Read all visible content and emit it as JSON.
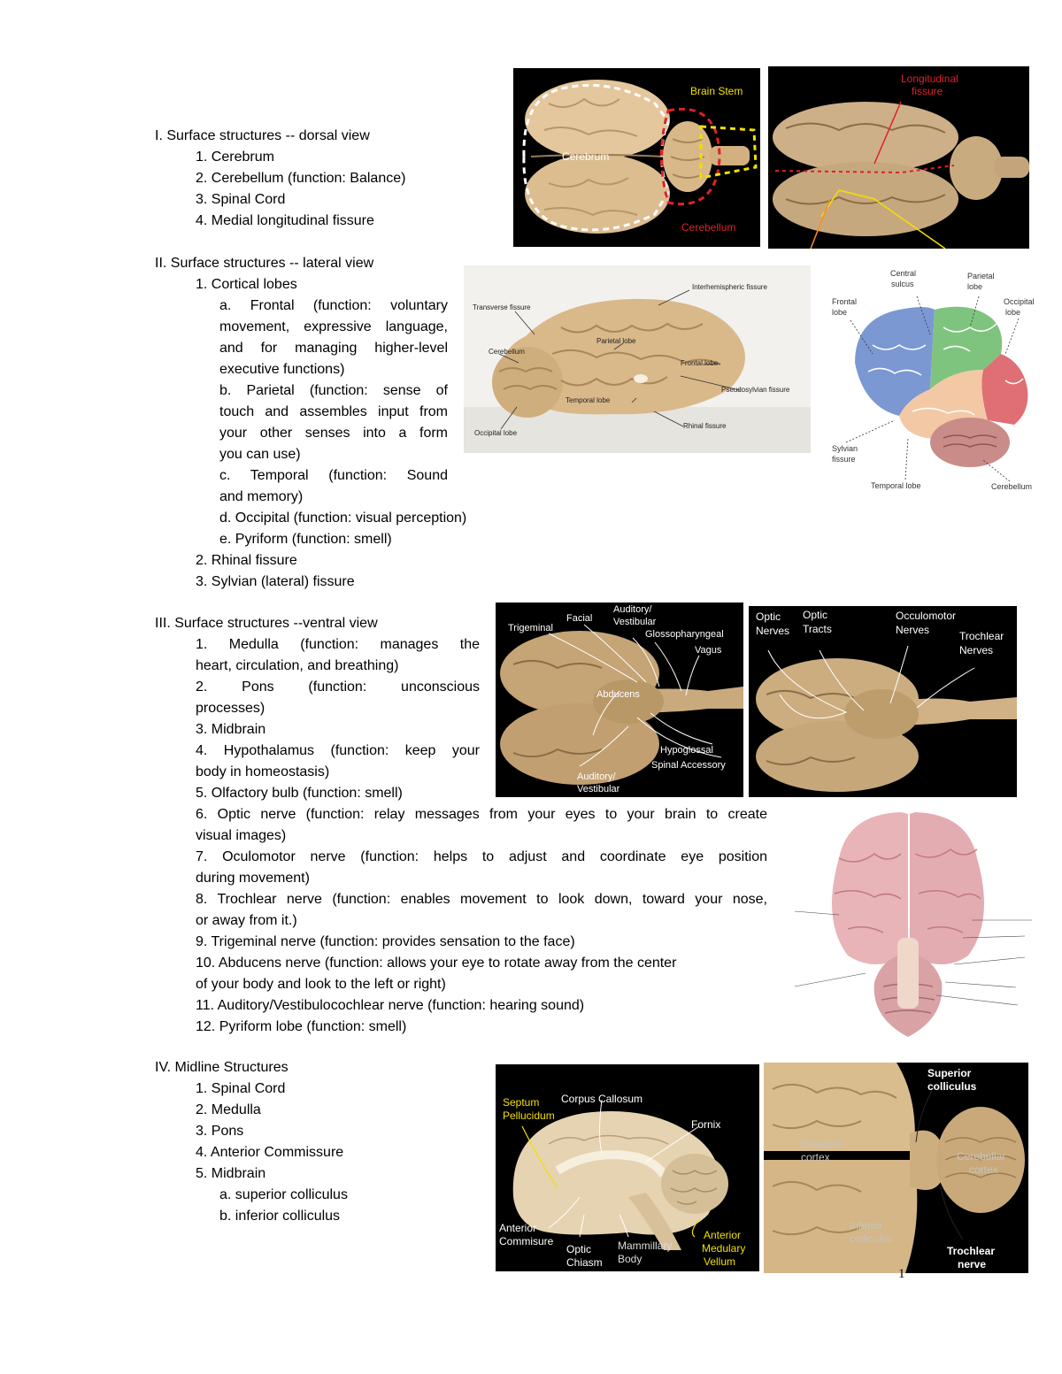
{
  "sections": {
    "s1": {
      "heading": "I. Surface structures -- dorsal view",
      "items": [
        "1. Cerebrum",
        "2. Cerebellum (function: Balance)",
        "3. Spinal Cord",
        "4. Medial longitudinal fissure"
      ]
    },
    "s2": {
      "heading": "II. Surface structures -- lateral view",
      "item1": "1. Cortical lobes",
      "a": [
        "a. Frontal (function: voluntary",
        "movement, expressive language,",
        "and for managing higher-level",
        "executive functions)"
      ],
      "b": [
        "b. Parietal (function: sense of",
        "touch and assembles input from",
        "your other senses into a form",
        "you can use)"
      ],
      "c": [
        "c. Temporal (function: Sound",
        "and memory)"
      ],
      "d": "d. Occipital (function: visual perception)",
      "e": "e. Pyriform (function: smell)",
      "item2": "2. Rhinal fissure",
      "item3": "3. Sylvian (lateral) fissure"
    },
    "s3": {
      "heading": "III. Surface structures --ventral view",
      "lines": [
        "1. Medulla (function: manages the",
        "heart, circulation, and breathing)",
        "2. Pons (function: unconscious",
        "processes)",
        "3. Midbrain",
        "4. Hypothalamus (function: keep your",
        "body in homeostasis)",
        "5. Olfactory bulb (function: smell)",
        "6. Optic nerve (function: relay messages from your eyes to your brain to create",
        "visual images)",
        "7. Oculomotor nerve (function: helps to adjust and coordinate eye position",
        "during movement)",
        "8. Trochlear nerve (function: enables movement to look down, toward your nose,",
        "or away from it.)",
        "9. Trigeminal nerve (function: provides sensation to the face)",
        "10. Abducens nerve (function: allows your eye to rotate away from the center",
        "of your body and look to the left or right)",
        "11. Auditory/Vestibulocochlear nerve (function: hearing sound)",
        "12. Pyriform lobe (function: smell)"
      ]
    },
    "s4": {
      "heading": "IV. Midline Structures",
      "items": [
        "1. Spinal Cord",
        "2. Medulla",
        "3. Pons",
        "4. Anterior Commissure",
        "5. Midbrain"
      ],
      "sub": [
        "a. superior colliculus",
        "b. inferior colliculus"
      ]
    }
  },
  "figures": {
    "dorsal1": {
      "brain_stem": "Brain Stem",
      "cerebrum": "Cerebrum",
      "cerebellum": "Cerebellum"
    },
    "dorsal2": {
      "long1": "Longitudinal",
      "long2": "fissure"
    },
    "lateral1": {
      "interhemispheric": "Interhemispheric fissure",
      "transverse": "Transverse fissure",
      "cerebellum": "Cerebellum",
      "parietal": "Parietal lobe",
      "frontal": "Frontal lobe",
      "pseudosylvian": "Pseudosylvian fissure",
      "temporal": "Temporal lobe",
      "rhinal": "Rhinal fissure",
      "occipital": "Occipital lobe"
    },
    "lateral2": {
      "central1": "Central",
      "central2": "sulcus",
      "parietal1": "Parietal",
      "parietal2": "lobe",
      "frontal1": "Frontal",
      "frontal2": "lobe",
      "occipital1": "Occipital",
      "occipital2": "lobe",
      "sylvian1": "Sylvian",
      "sylvian2": "fissure",
      "temporal": "Temporal lobe",
      "cerebellum": "Cerebellum"
    },
    "ventral1": {
      "trigeminal": "Trigeminal",
      "facial": "Facial",
      "aud1": "Auditory/",
      "aud2": "Vestibular",
      "glosso": "Glossopharyngeal",
      "vagus": "Vagus",
      "abducens": "Abducens",
      "hypo": "Hypoglossal",
      "spinal": "Spinal Accessory",
      "aud3": "Auditory/",
      "aud4": "Vestibular"
    },
    "ventral2": {
      "optic1": "Optic",
      "optic2": "Nerves",
      "tracts1": "Optic",
      "tracts2": "Tracts",
      "occ1": "Occulomotor",
      "occ2": "Nerves",
      "troch1": "Trochlear",
      "troch2": "Nerves"
    },
    "midline1": {
      "septum1": "Septum",
      "septum2": "Pellucidum",
      "corpus": "Corpus Callosum",
      "fornix": "Fornix",
      "ant1": "Anterior",
      "ant2": "Commisure",
      "optic1": "Optic",
      "optic2": "Chiasm",
      "mam1": "Mammillary",
      "mam2": "Body",
      "amv1": "Anterior",
      "amv2": "Medulary",
      "amv3": "Vellum"
    },
    "midline2": {
      "sup1": "Superior",
      "sup2": "colliculus",
      "cerebral1": "Cerebral",
      "cerebral2": "cortex",
      "cerebellar1": "Cerebellar",
      "cerebellar2": "cortex",
      "inf1": "Inferior",
      "inf2": "colliculus",
      "troch1": "Trochlear",
      "troch2": "nerve"
    }
  },
  "page_number": "1"
}
